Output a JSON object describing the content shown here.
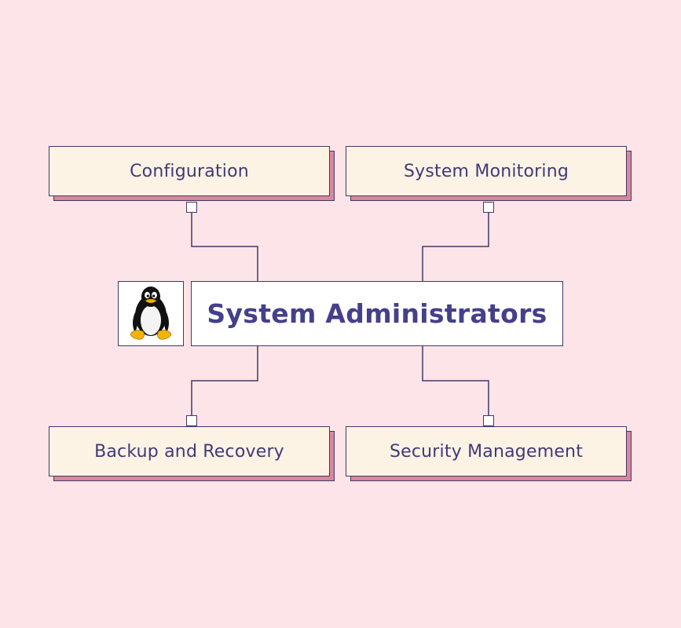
{
  "colors": {
    "background": "#fde4e8",
    "box_fill": "#fdf3e4",
    "box_shadow": "#d9879c",
    "center_fill": "#ffffff",
    "line": "#3f3a66",
    "text": "#3f3a7a",
    "center_text": "#44408a"
  },
  "center": {
    "title": "System Administrators",
    "logo_icon": "tux-penguin-icon"
  },
  "nodes": {
    "configuration": "Configuration",
    "system_monitoring": "System Monitoring",
    "backup_recovery": "Backup and Recovery",
    "security_management": "Security Management"
  }
}
